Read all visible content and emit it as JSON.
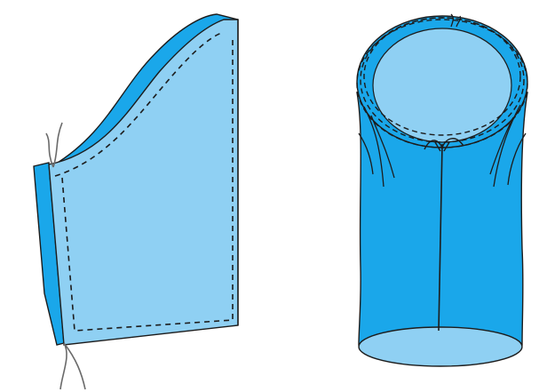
{
  "colors": {
    "background": "#ffffff",
    "fabric_light": "#8fd0f3",
    "fabric_dark": "#1aa7ea",
    "fabric_mid": "#4bb8ee",
    "outline": "#1c1c1c",
    "thread": "#6a6a6a"
  },
  "figures": [
    {
      "name": "sleeve-side-view",
      "icon": "sleeve-flat-illustration"
    },
    {
      "name": "sleeve-tube-view",
      "icon": "sleeve-tube-illustration"
    }
  ]
}
